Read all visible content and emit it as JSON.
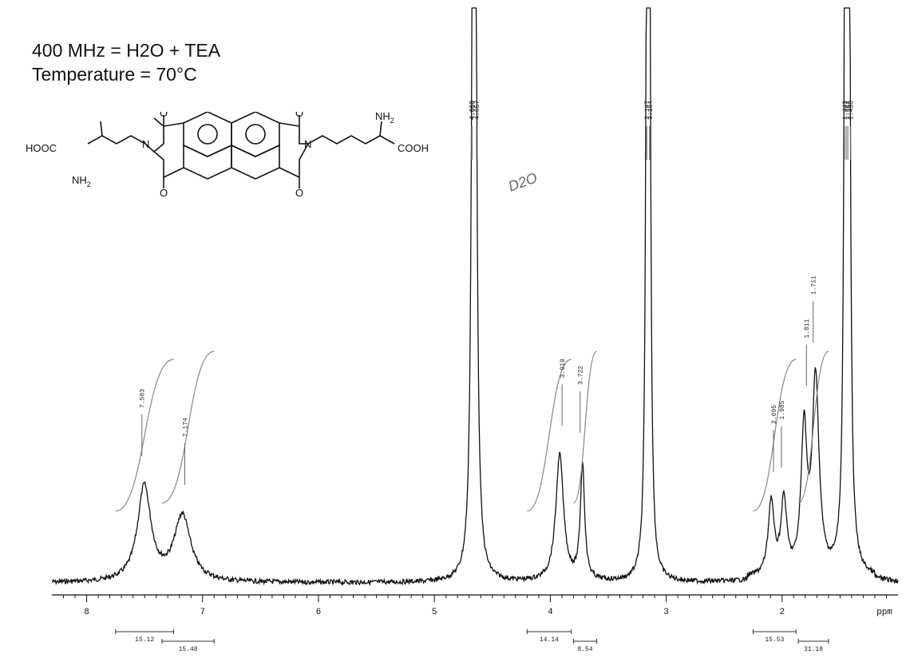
{
  "header": {
    "line1": "400 MHz = H2O + TEA",
    "line2": "Temperature = 70°C"
  },
  "molecule": {
    "left_acid": "HOOC",
    "left_amine": "NH",
    "right_acid": "COOH",
    "right_amine": "NH",
    "subscript": "2",
    "n": "N",
    "o": "O"
  },
  "chart_data": {
    "type": "line",
    "title": "",
    "xlabel": "ppm",
    "ylabel": "",
    "x_reversed": true,
    "xlim": [
      8.3,
      1.0
    ],
    "grid": false,
    "ticks": [
      {
        "value": 8,
        "label": "8"
      },
      {
        "value": 7,
        "label": "7"
      },
      {
        "value": 6,
        "label": "6"
      },
      {
        "value": 5,
        "label": "5"
      },
      {
        "value": 4,
        "label": "4"
      },
      {
        "value": 3,
        "label": "3"
      },
      {
        "value": 2,
        "label": "2"
      }
    ],
    "peaks": [
      {
        "ppm": 7.503,
        "height": 0.18,
        "width": 0.07
      },
      {
        "ppm": 7.174,
        "height": 0.125,
        "width": 0.085
      },
      {
        "ppm": 4.66,
        "height": 1.4,
        "width": 0.012
      },
      {
        "ppm": 4.657,
        "height": 1.4,
        "width": 0.012
      },
      {
        "ppm": 4.654,
        "height": 1.4,
        "width": 0.012
      },
      {
        "ppm": 3.919,
        "height": 0.24,
        "width": 0.04
      },
      {
        "ppm": 3.722,
        "height": 0.22,
        "width": 0.022
      },
      {
        "ppm": 3.164,
        "height": 1.4,
        "width": 0.012
      },
      {
        "ppm": 3.147,
        "height": 1.4,
        "width": 0.012
      },
      {
        "ppm": 2.095,
        "height": 0.14,
        "width": 0.03
      },
      {
        "ppm": 1.985,
        "height": 0.14,
        "width": 0.03
      },
      {
        "ppm": 1.811,
        "height": 0.27,
        "width": 0.03
      },
      {
        "ppm": 1.711,
        "height": 0.37,
        "width": 0.035
      },
      {
        "ppm": 1.454,
        "height": 1.4,
        "width": 0.01
      },
      {
        "ppm": 1.442,
        "height": 1.4,
        "width": 0.01
      },
      {
        "ppm": 1.43,
        "height": 1.4,
        "width": 0.01
      },
      {
        "ppm": 1.427,
        "height": 1.4,
        "width": 0.01
      }
    ],
    "peak_labels": [
      {
        "ppm": 7.503,
        "label": "7.503"
      },
      {
        "ppm": 7.174,
        "label": "7.174"
      },
      {
        "ppm": 4.66,
        "label": "4.660"
      },
      {
        "ppm": 4.657,
        "label": "4.657"
      },
      {
        "ppm": 4.654,
        "label": "4.654"
      },
      {
        "ppm": 3.919,
        "label": "3.919"
      },
      {
        "ppm": 3.722,
        "label": "3.722"
      },
      {
        "ppm": 3.164,
        "label": "3.164"
      },
      {
        "ppm": 3.147,
        "label": "3.147"
      },
      {
        "ppm": 2.095,
        "label": "2.095"
      },
      {
        "ppm": 1.985,
        "label": "1.985"
      },
      {
        "ppm": 1.811,
        "label": "1.811"
      },
      {
        "ppm": 1.711,
        "label": "1.711"
      },
      {
        "ppm": 1.454,
        "label": "1.454"
      },
      {
        "ppm": 1.442,
        "label": "1.442"
      },
      {
        "ppm": 1.43,
        "label": "1.430"
      },
      {
        "ppm": 1.427,
        "label": "1.427"
      }
    ],
    "integrals": [
      {
        "from": 7.75,
        "to": 7.25,
        "label": "15.12"
      },
      {
        "from": 7.35,
        "to": 6.9,
        "label": "15.48"
      },
      {
        "from": 4.2,
        "to": 3.82,
        "label": "14.14"
      },
      {
        "from": 3.8,
        "to": 3.6,
        "label": "8.54"
      },
      {
        "from": 2.25,
        "to": 1.88,
        "label": "15.53"
      },
      {
        "from": 1.86,
        "to": 1.6,
        "label": "31.18"
      }
    ],
    "annotations": [
      {
        "ppm": 4.55,
        "label": "D2O"
      }
    ]
  }
}
